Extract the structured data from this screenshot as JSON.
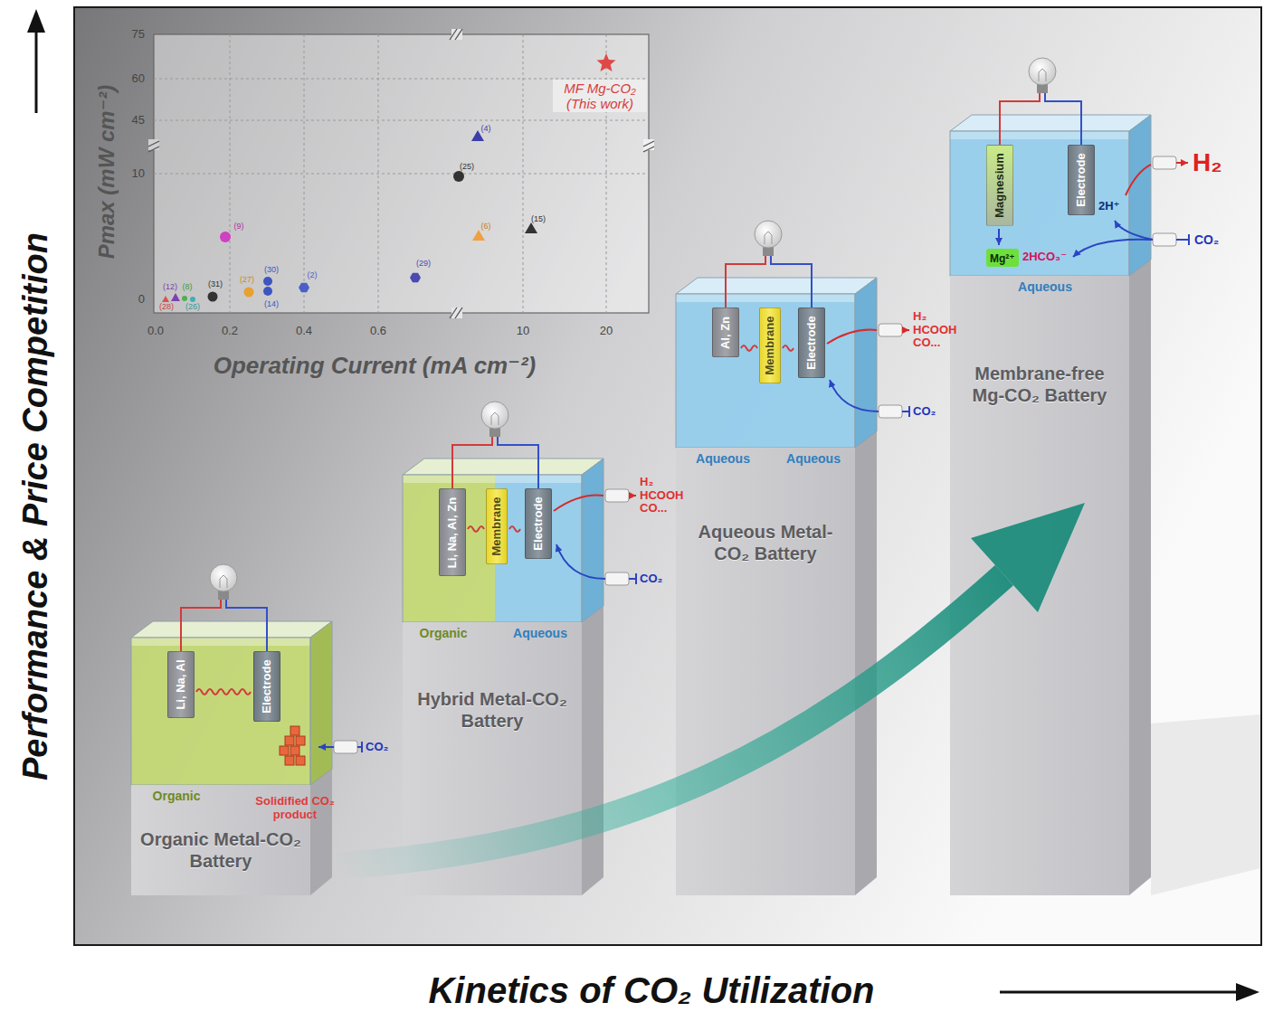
{
  "diagram": {
    "nodes": [
      {
        "text": [
          "Organic"
        ]
      },
      {
        "text": [
          "Li, Na, Al"
        ],
        "in": 0
      },
      {
        "text": [
          "Electrode"
        ],
        "in": 0
      },
      {
        "text": [
          "Organic Metal-CO₂ Battery"
        ]
      },
      {
        "text": [
          "Organic",
          "Aqueous"
        ]
      },
      {
        "text": [
          "Li, Na, Al, Zn"
        ],
        "in": 4
      },
      {
        "text": [
          "Membrane"
        ],
        "in": 4
      },
      {
        "text": [
          "Electrode"
        ],
        "in": 4
      },
      {
        "text": [
          "Hybrid Metal-CO₂ Battery"
        ]
      },
      {
        "text": [
          "Aqueous",
          "Aqueous"
        ]
      },
      {
        "text": [
          "Al, Zn"
        ],
        "in": 9
      },
      {
        "text": [
          "Membrane"
        ],
        "in": 9
      },
      {
        "text": [
          "Electrode"
        ],
        "in": 9
      },
      {
        "text": [
          "Aqueous Metal-CO₂ Battery"
        ]
      },
      {
        "text": [
          "Aqueous"
        ]
      },
      {
        "text": [
          "Magnesium"
        ],
        "in": 14
      },
      {
        "text": [
          "Electrode"
        ],
        "in": 14
      },
      {
        "text": [
          "Mg²⁺"
        ],
        "in": 14
      },
      {
        "text": [
          "Membrane-free Mg-CO₂ Battery"
        ]
      }
    ],
    "labels": [
      "Performance & Price Competition",
      "Pmax (mW cm⁻²)",
      "75",
      "60",
      "45",
      "10",
      "0",
      "0.0",
      "0.2",
      "0.4",
      "0.6",
      "10",
      "20",
      "Operating Current (mA cm⁻²)",
      "MF Mg-CO₂ (This work)",
      "(4)",
      "(25)",
      "(6)",
      "(15)",
      "(9)",
      "(29)",
      "(30)",
      "(2)",
      "(14)",
      "(27)",
      "(31)",
      "(12)",
      "(8)",
      "(28)",
      "(26)",
      "CO₂",
      "Solidified CO₂ product",
      "H₂ HCOOH CO...",
      "CO₂",
      "H₂ HCOOH CO...",
      "CO₂",
      "H₂",
      "CO₂",
      "2H⁺",
      "2HCO₃⁻",
      "Kinetics of CO₂ Utilization"
    ]
  }
}
